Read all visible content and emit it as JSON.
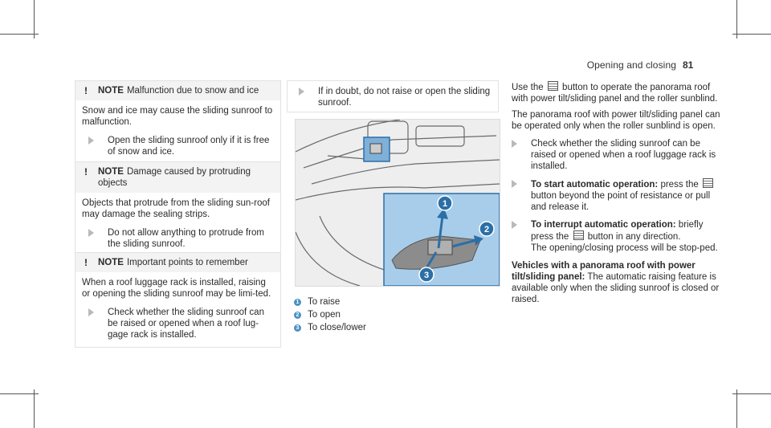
{
  "header": {
    "section": "Opening and closing",
    "page_number": "81"
  },
  "notes": [
    {
      "label": "NOTE",
      "title": "Malfunction due to snow and ice",
      "body": "Snow and ice may cause the sliding sunroof to malfunction.",
      "action": "Open the sliding sunroof only if it is free of snow and ice."
    },
    {
      "label": "NOTE",
      "title": "Damage caused by protruding objects",
      "body": "Objects that protrude from the sliding sun-roof may damage the sealing strips.",
      "action": "Do not allow anything to protrude from the sliding sunroof."
    },
    {
      "label": "NOTE",
      "title": "Important points to remember",
      "body": "When a roof luggage rack is installed, raising or opening the sliding sunroof may be limi-ted.",
      "action": "Check whether the sliding sunroof can be raised or opened when a roof lug-gage rack is installed."
    }
  ],
  "mid": {
    "doubt": "If in doubt, do not raise or open the sliding sunroof."
  },
  "legend": [
    {
      "num": "1",
      "text": "To raise"
    },
    {
      "num": "2",
      "text": "To open"
    },
    {
      "num": "3",
      "text": "To close/lower"
    }
  ],
  "right": {
    "intro_a": "Use the",
    "intro_b": "button to operate the panorama roof with power tilt/sliding panel and the roller sunblind.",
    "p2": "The panorama roof with power tilt/sliding panel can be operated only when the roller sunblind is open.",
    "b1": "Check whether the sliding sunroof can be raised or opened when a roof luggage rack is installed.",
    "b2_bold": "To start automatic operation:",
    "b2_a": "press the",
    "b2_b": "button beyond the point of resistance or pull and release it.",
    "b3_bold": "To interrupt automatic operation:",
    "b3_a": "briefly press the",
    "b3_b": "button in any direction.",
    "b3_c": "The opening/closing process will be stop-ped.",
    "vehicles_bold": "Vehicles with a panorama roof with power tilt/sliding panel:",
    "vehicles_text": "The automatic raising feature is available only when the sliding sunroof is closed or raised."
  }
}
